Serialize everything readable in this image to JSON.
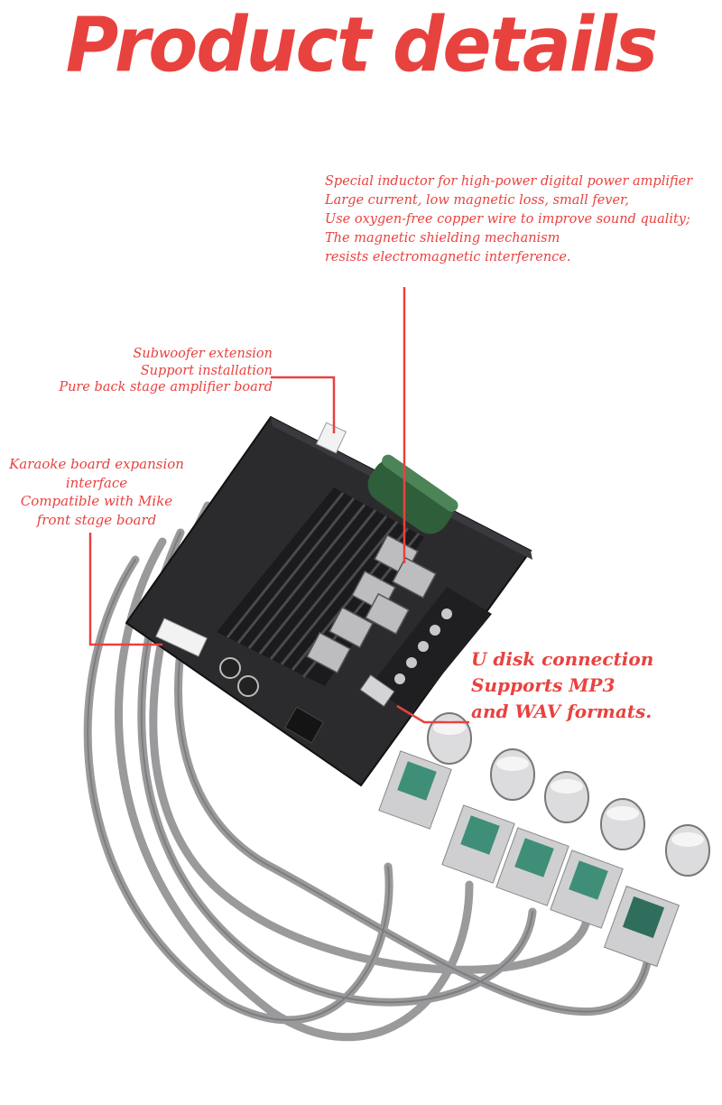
{
  "title": "Product details",
  "colors": {
    "accent": "#e8423f",
    "board": "#2b2b2e",
    "heatsink": "#1b1b1d",
    "cable": "#9a9a9c"
  },
  "callouts": {
    "inductor": {
      "lines": [
        "Special inductor for high-power digital power amplifier",
        "Large current, low magnetic loss, small fever,",
        "Use oxygen-free copper wire to improve sound quality;",
        "The magnetic shielding mechanism",
        "resists electromagnetic interference."
      ]
    },
    "subwoofer": {
      "lines": [
        "Subwoofer extension",
        "Support installation",
        "Pure back stage amplifier board"
      ]
    },
    "karaoke": {
      "lines": [
        "Karaoke board expansion",
        "interface",
        "Compatible with Mike",
        "front stage board"
      ]
    },
    "usb": {
      "lines": [
        "U disk connection",
        "Supports MP3",
        "and WAV formats."
      ]
    }
  }
}
